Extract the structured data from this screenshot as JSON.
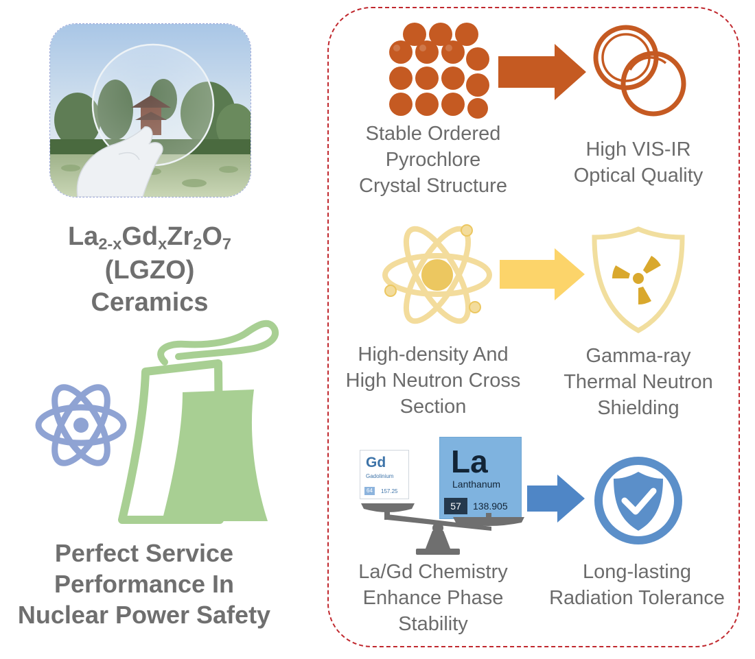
{
  "material": {
    "title_line1": {
      "p1": "La",
      "s1": "2-x",
      "p2": "Gd",
      "s2": "x",
      "p3": "Zr",
      "s3": "2",
      "p4": "O",
      "s4": "7"
    },
    "title_line2": "(LGZO)",
    "title_line3": "Ceramics"
  },
  "plant_caption": [
    "Perfect Service",
    "Performance In",
    "Nuclear Power Safety"
  ],
  "rows": [
    {
      "left_caption": [
        "Stable Ordered",
        "Pyrochlore",
        "Crystal Structure"
      ],
      "right_caption": [
        "High VIS-IR",
        "Optical Quality"
      ],
      "left_icon": "spheres-lattice-icon",
      "right_icon": "lens-circles-icon",
      "color": "#c55a22"
    },
    {
      "left_caption": [
        "High-density And",
        "High Neutron Cross",
        "Section"
      ],
      "right_caption": [
        "Gamma-ray",
        "Thermal Neutron",
        "Shielding"
      ],
      "left_icon": "atom-icon",
      "right_icon": "radiation-shield-icon",
      "color": "#f6d98a"
    },
    {
      "left_caption": [
        "La/Gd Chemistry",
        "Enhance Phase",
        "Stability"
      ],
      "right_caption": [
        "Long-lasting",
        "Radiation Tolerance"
      ],
      "left_icon": "balance-scale-icon",
      "right_icon": "check-shield-icon",
      "color": "#4f86c6"
    }
  ],
  "elements": {
    "gd": {
      "symbol": "Gd",
      "name": "Gadolinium",
      "number": "64",
      "mass": "157.25"
    },
    "la": {
      "symbol": "La",
      "name": "Lanthanum",
      "number": "57",
      "mass": "138.905"
    }
  },
  "colors": {
    "dashed_border": "#c0272d",
    "caption_text": "#6b6b6b",
    "plant_green": "#a8cf93",
    "atom_blue": "#8fa3d3"
  }
}
